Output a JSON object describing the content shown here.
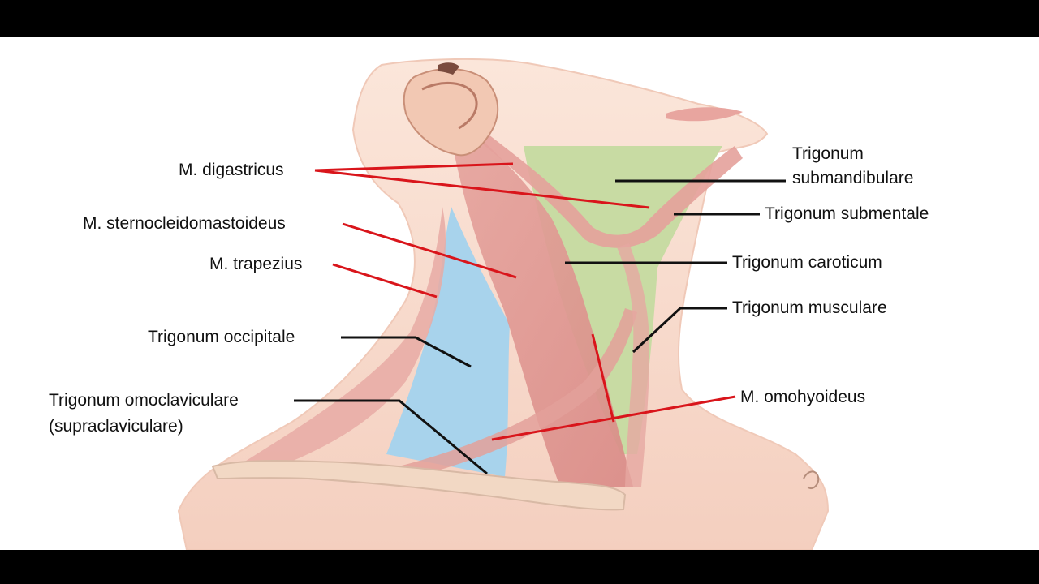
{
  "figure": {
    "labels": {
      "digastricus": "M. digastricus",
      "sternocleido": "M. sternocleidomastoideus",
      "trapezius": "M. trapezius",
      "occipitale": "Trigonum occipitale",
      "omoclavicular_line1": "Trigonum omoclaviculare",
      "omoclavicular_line2": "(supraclaviculare)",
      "submandibulare_line1": "Trigonum",
      "submandibulare_line2": "submandibulare",
      "submentale": "Trigonum submentale",
      "caroticum": "Trigonum caroticum",
      "musculare": "Trigonum musculare",
      "omohyoideus": "M. omohyoideus"
    },
    "colors": {
      "muscle_leader": "#d9151b",
      "triangle_leader": "#111111",
      "occipital_triangle": "#a8d3ec",
      "anterior_triangles": "#c8dba3",
      "muscle": "#e29a96",
      "skin": "#f8dccd"
    }
  }
}
